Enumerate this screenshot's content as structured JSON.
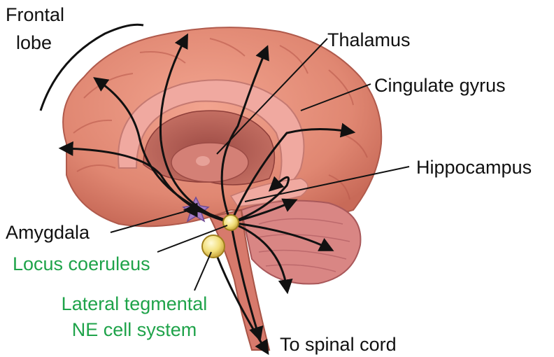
{
  "labels": {
    "frontal_lobe_line1": "Frontal",
    "frontal_lobe_line2": "lobe",
    "thalamus": "Thalamus",
    "cingulate_gyrus": "Cingulate gyrus",
    "hippocampus": "Hippocampus",
    "amygdala": "Amygdala",
    "locus_coeruleus": "Locus coeruleus",
    "lateral_tegmental_line1": "Lateral tegmental",
    "lateral_tegmental_line2": "NE cell system",
    "to_spinal_cord": "To spinal cord"
  },
  "colors": {
    "label_text": "#111111",
    "ne_system_text": "#1fa34a",
    "cortex": "#e58d78",
    "cortex_dark": "#b8574a",
    "limbic": "#f0a9a0",
    "cerebellum": "#d98684",
    "amygdala": "#a57cc7",
    "nucleus": "#f3e58a",
    "arrow": "#111111"
  },
  "icons": {
    "amygdala_marker": "star-shape",
    "nucleus_marker": "circle"
  }
}
